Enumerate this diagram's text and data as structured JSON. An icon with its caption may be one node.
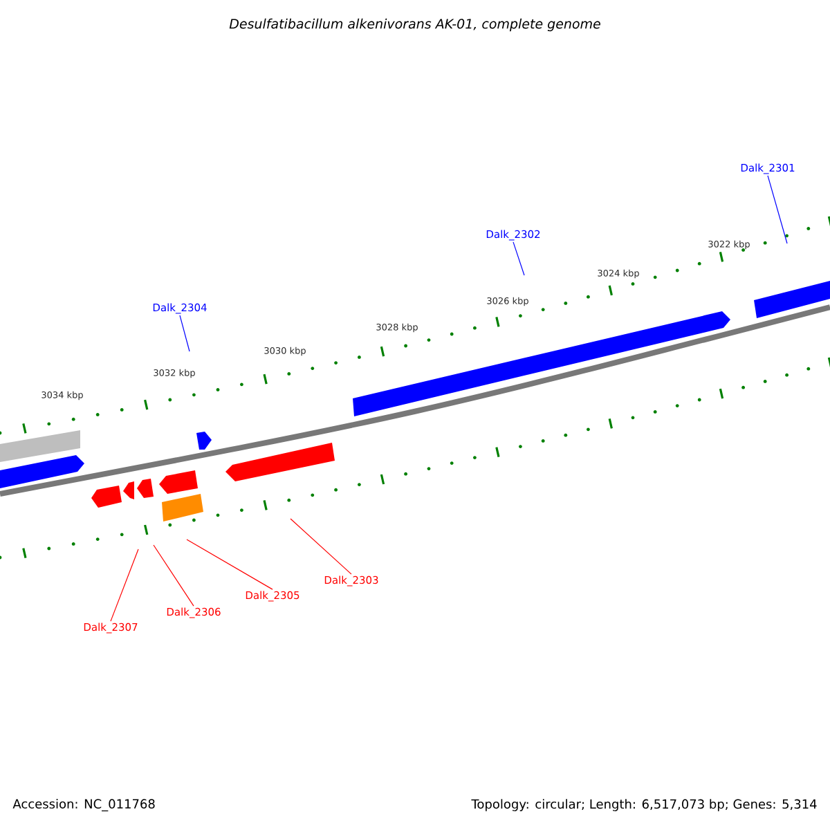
{
  "diagram": {
    "title": "Desulfatibacillum alkenivorans AK-01, complete genome",
    "nodes": [
      {
        "text": [
          "Dalk_2301"
        ]
      },
      {
        "text": [
          "Dalk_2302"
        ]
      },
      {
        "text": [
          "Dalk_2304"
        ]
      },
      {
        "text": [
          "Dalk_2303"
        ]
      },
      {
        "text": [
          "Dalk_2305"
        ]
      },
      {
        "text": [
          "Dalk_2306"
        ]
      },
      {
        "text": [
          "Dalk_2307"
        ]
      }
    ],
    "edges": [
      {
        "from": 0,
        "to": null,
        "arrow": "none",
        "color": "#0000ff"
      },
      {
        "from": 1,
        "to": null,
        "arrow": "none",
        "color": "#0000ff"
      },
      {
        "from": 2,
        "to": null,
        "arrow": "none",
        "color": "#0000ff"
      },
      {
        "from": 3,
        "to": null,
        "arrow": "none",
        "color": "#ff0000"
      },
      {
        "from": 4,
        "to": null,
        "arrow": "none",
        "color": "#ff0000"
      },
      {
        "from": 5,
        "to": null,
        "arrow": "none",
        "color": "#ff0000"
      },
      {
        "from": 6,
        "to": null,
        "arrow": "none",
        "color": "#ff0000"
      }
    ],
    "labels": [
      "3022 kbp",
      "3024 kbp",
      "3026 kbp",
      "3028 kbp",
      "3030 kbp",
      "3032 kbp",
      "3034 kbp",
      "Accession: NC_011768",
      "Topology: circular; Length: 6,517,073 bp; Genes: 5,314"
    ]
  }
}
